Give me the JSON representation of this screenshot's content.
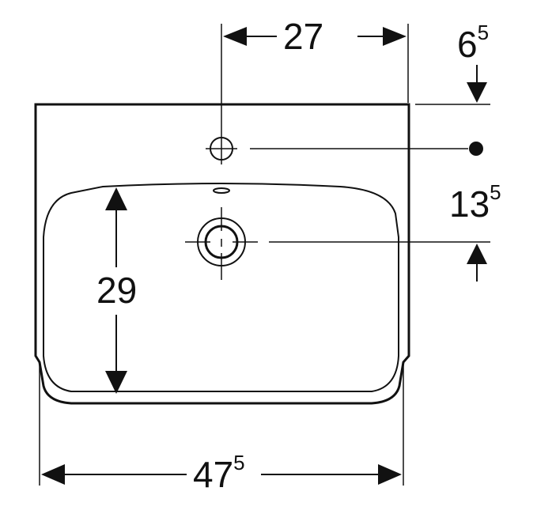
{
  "dimensions": {
    "top_width": {
      "value": "27"
    },
    "top_offset": {
      "value": "6",
      "sup": "5"
    },
    "right_offset": {
      "value": "13",
      "sup": "5"
    },
    "basin_depth": {
      "value": "29"
    },
    "overall_width": {
      "value": "47",
      "sup": "5"
    }
  },
  "colors": {
    "line": "#111111",
    "background": "#ffffff"
  }
}
